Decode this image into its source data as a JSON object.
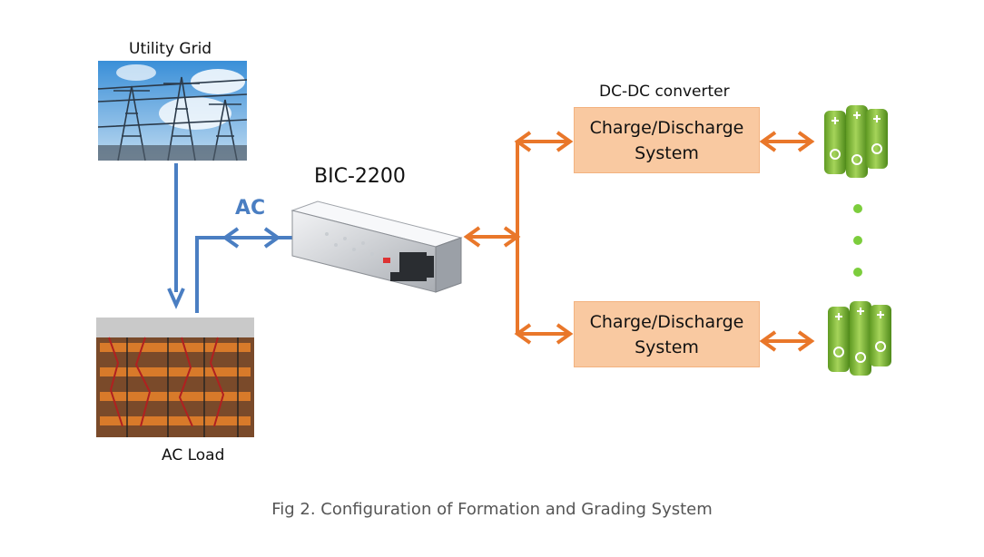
{
  "labels": {
    "utility_grid": "Utility Grid",
    "ac_load": "AC Load",
    "bic": "BIC-2200",
    "ac": "AC",
    "dcdc": "DC-DC converter"
  },
  "boxes": [
    {
      "line1": "Charge/Discharge",
      "line2": "System"
    },
    {
      "line1": "Charge/Discharge",
      "line2": "System"
    }
  ],
  "caption": "Fig 2. Configuration of Formation and Grading System",
  "colors": {
    "ac_line": "#4a7ec2",
    "dc_line": "#e9772a",
    "box_fill": "#f9c9a1",
    "battery_green": "#7cb83a",
    "dot_green": "#7ccd3c"
  },
  "icons": {
    "grid_photo": "transmission-tower-photo",
    "load_photo": "battery-racks-photo",
    "power_supply": "power-supply-unit",
    "battery_pack": "battery-pack-icon"
  }
}
